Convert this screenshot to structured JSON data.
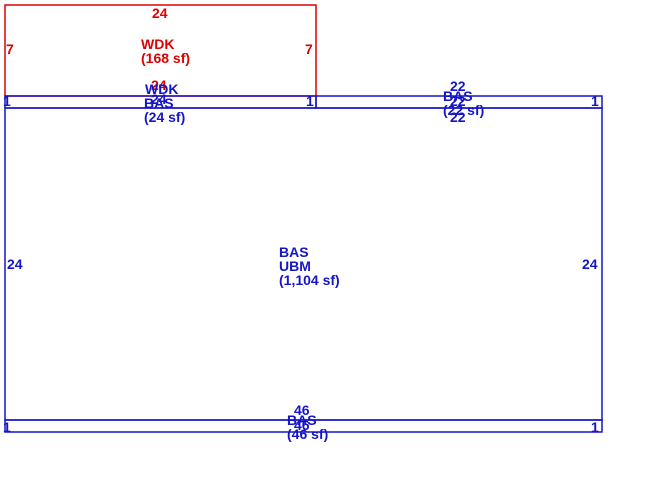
{
  "colors": {
    "wdk": "#e00000",
    "bas": "#1515c8"
  },
  "areas": {
    "wdk": {
      "dim_top": "24",
      "dim_left": "7",
      "dim_right": "7",
      "code": "WDK",
      "size": "(168 sf)"
    },
    "bas_left_strip": {
      "dim_top": "24",
      "code_upper": "WDK",
      "code": "BAS",
      "size": "(24 sf)",
      "dim_bottom": "24",
      "dim_left": "1",
      "dim_right": "1"
    },
    "bas_right_strip": {
      "dim_top": "22",
      "code": "BAS",
      "size": "(22 sf)",
      "dim_mid": "22",
      "dim_bottom": "22",
      "dim_right": "1"
    },
    "main": {
      "code": "BAS",
      "subcode": "UBM",
      "size": "(1,104 sf)",
      "dim_left": "24",
      "dim_right": "24"
    },
    "bas_bottom_strip": {
      "dim_top": "46",
      "code": "BAS",
      "size": "(46 sf)",
      "dim_mid": "46",
      "dim_left": "1",
      "dim_right": "1"
    }
  }
}
